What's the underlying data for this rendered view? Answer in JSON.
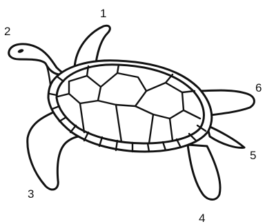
{
  "figure": {
    "labels": [
      "1",
      "2",
      "3",
      "4",
      "5",
      "6"
    ],
    "colors": {
      "ink": "#111111",
      "background": "#ffffff"
    }
  }
}
